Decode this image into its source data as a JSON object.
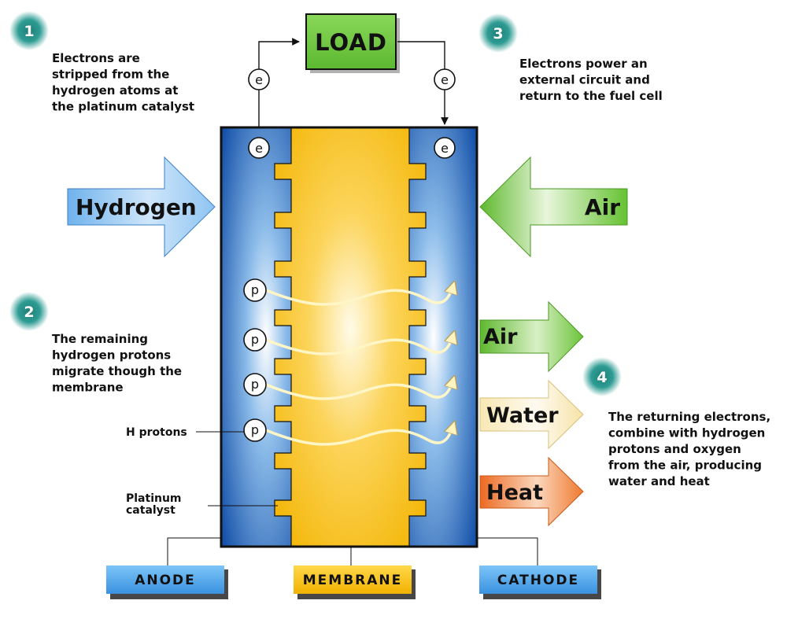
{
  "load": {
    "label": "LOAD"
  },
  "steps": [
    {
      "number": "1",
      "lines": [
        "Electrons are",
        "stripped from the",
        "hydrogen atoms at",
        "the platinum catalyst"
      ]
    },
    {
      "number": "2",
      "lines": [
        "The remaining",
        "hydrogen protons",
        "migrate though the",
        "membrane"
      ]
    },
    {
      "number": "3",
      "lines": [
        "Electrons power an",
        "external circuit and",
        "return to the fuel cell"
      ]
    },
    {
      "number": "4",
      "lines": [
        "The returning electrons,",
        "combine with hydrogen",
        "protons and oxygen",
        "from the air, producing",
        "water and heat"
      ]
    }
  ],
  "inputs": {
    "hydrogen": "Hydrogen",
    "air": "Air"
  },
  "outputs": {
    "air": "Air",
    "water": "Water",
    "heat": "Heat"
  },
  "particles": {
    "electron": "e",
    "proton": "p"
  },
  "side_labels": {
    "h_protons": "H protons",
    "platinum": [
      "Platinum",
      "catalyst"
    ]
  },
  "parts": {
    "anode": "ANODE",
    "membrane": "MEMBRANE",
    "cathode": "CATHODE"
  },
  "colors": {
    "anode": "#1a5fb4",
    "membrane": "#f5b800",
    "load": "#6cc33a",
    "air_in": "#5fb82e",
    "water": "#f7e7b0",
    "heat": "#f0782a",
    "hydrogen": "#6fb2ec"
  }
}
